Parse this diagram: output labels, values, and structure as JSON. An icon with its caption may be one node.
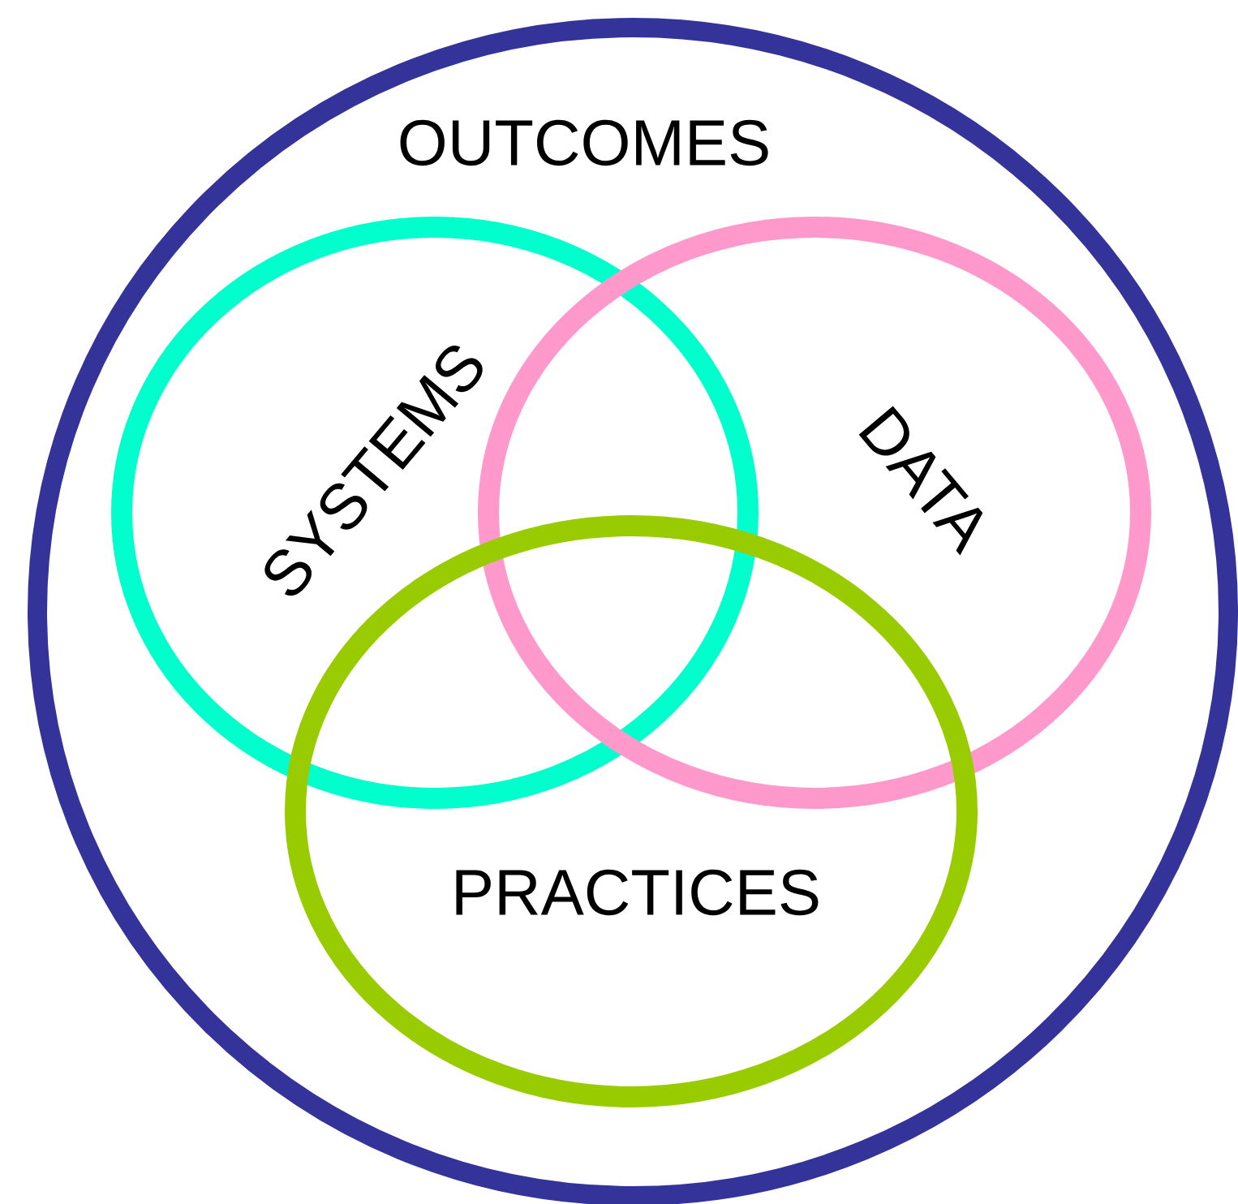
{
  "diagram": {
    "nodes": [
      {
        "text": [
          "OUTCOMES"
        ]
      },
      {
        "text": [
          "SYSTEMS"
        ],
        "in": 0
      },
      {
        "text": [
          "DATA"
        ],
        "in": 0
      },
      {
        "text": [
          "PRACTICES"
        ],
        "in": 0
      }
    ]
  }
}
